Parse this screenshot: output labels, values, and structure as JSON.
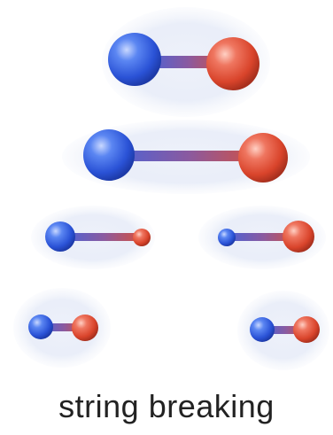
{
  "caption": "string breaking",
  "colors": {
    "quark": "#2f5fe0",
    "antiquark": "#e04a30",
    "halo": "#e6ebf7"
  },
  "stages": [
    {
      "stage": 1,
      "meson_count": 1
    },
    {
      "stage": 2,
      "meson_count": 1
    },
    {
      "stage": 3,
      "meson_count": 2
    },
    {
      "stage": 4,
      "meson_count": 2
    }
  ]
}
